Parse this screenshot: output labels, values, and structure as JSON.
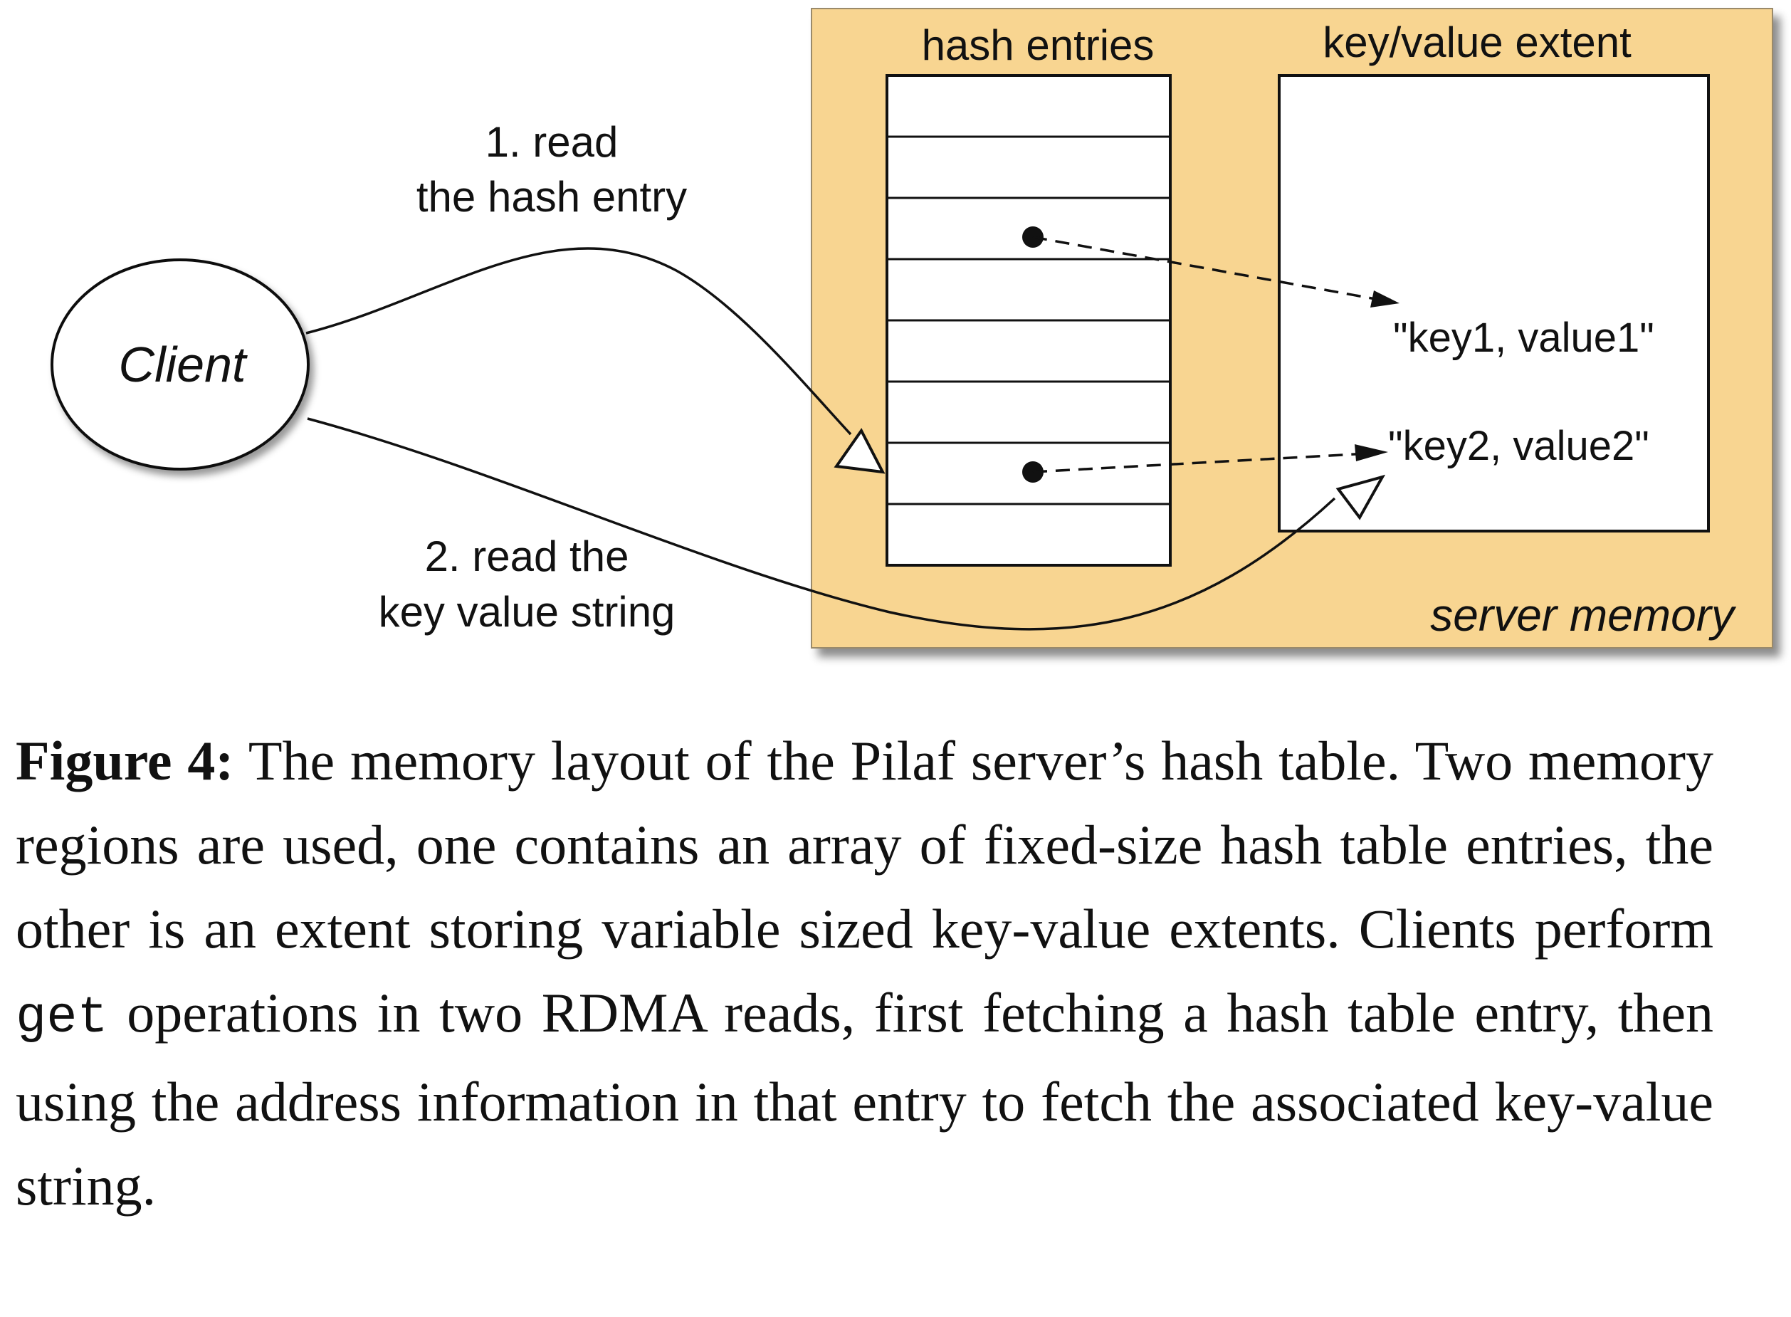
{
  "diagram": {
    "client_label": "Client",
    "hash_entries_label": "hash entries",
    "kv_extent_label": "key/value extent",
    "server_memory_label": "server memory",
    "kv1": "\"key1, value1\"",
    "kv2": "\"key2, value2\"",
    "step1_line1": "1. read",
    "step1_line2": "the hash entry",
    "step2_line1": "2. read the",
    "step2_line2": "key value string",
    "hash_entry_count": 8,
    "colors": {
      "server_memory_fill": "#f8d591",
      "stroke": "#111111"
    }
  },
  "caption": {
    "label": "Figure 4:",
    "text_before_code": " The memory layout of the Pilaf server’s hash table. Two memory regions are used, one contains an array of fixed-size hash table entries, the other is an extent storing variable sized key-value extents. Clients perform ",
    "code": "get",
    "text_after_code": " operations in two RDMA reads, first fetching a hash table entry, then using the address information in that entry to fetch the associated key-value string."
  }
}
